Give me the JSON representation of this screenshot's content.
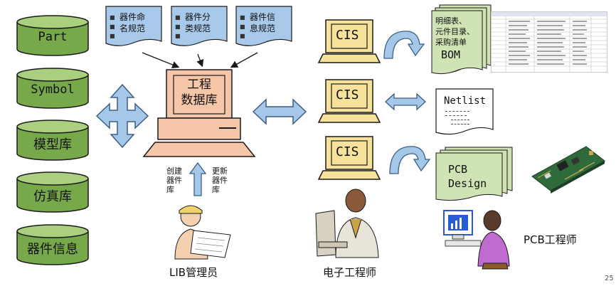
{
  "databases": [
    {
      "label": "Part"
    },
    {
      "label": "Symbol"
    },
    {
      "label": "模型库"
    },
    {
      "label": "仿真库"
    },
    {
      "label": "器件信息"
    }
  ],
  "spec_docs": [
    {
      "label": "器件命\n名规范"
    },
    {
      "label": "器件分\n类规范"
    },
    {
      "label": "器件信\n息规范"
    }
  ],
  "eng_db": {
    "label": "工程\n数据库"
  },
  "actions": {
    "create": "创建\n器件\n库",
    "update": "更新\n器件\n库"
  },
  "people": {
    "lib_admin": "LIB管理员",
    "electronic_engineer": "电子工程师",
    "pcb_engineer": "PCB工程师"
  },
  "cis_stations": [
    {
      "label": "CIS"
    },
    {
      "label": "CIS"
    },
    {
      "label": "CIS"
    }
  ],
  "outputs": {
    "bom": "明细表、\n元件目录、\n采购清单",
    "bom_title": "BOM",
    "netlist": "Netlist",
    "pcb_design": "PCB\nDesign"
  },
  "page_number": "25",
  "colors": {
    "cylinder_green": "#77a84a",
    "doc_blue": "#a9c9ea",
    "computer_peach": "#f6c6a8",
    "screen_yellow": "#f6e29a",
    "arrow_blue": "#a6c8e8",
    "outline": "#1a1a1a"
  }
}
